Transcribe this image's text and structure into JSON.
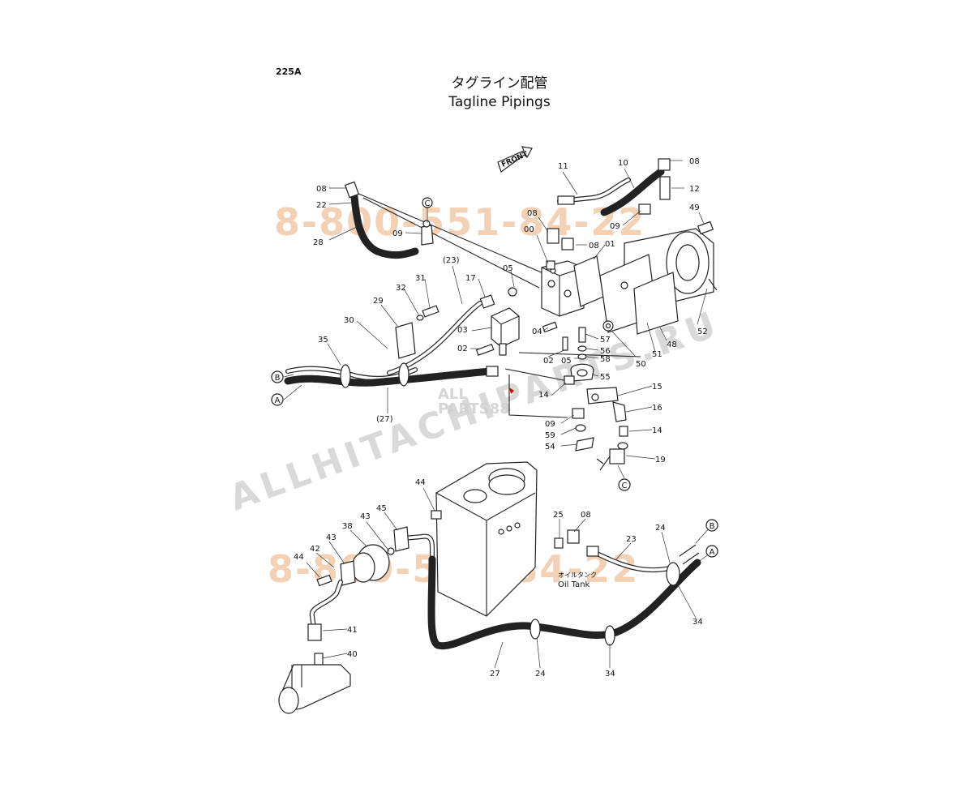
{
  "page_number": "225A",
  "title_jp": "タグライン配管",
  "title_en": "Tagline Pipings",
  "front_label": "FRONT",
  "tank_label_jp": "オイルタンク",
  "tank_label_en": "Oil Tank",
  "watermarks": {
    "phone": "8-800-551-84-22",
    "site": "ALLHITACHIPARTS.RU",
    "logo_top": "ALL",
    "logo_bottom": "PARTS88"
  },
  "callouts": [
    {
      "id": "c-08-top-left",
      "label": "08"
    },
    {
      "id": "c-22",
      "label": "22"
    },
    {
      "id": "c-28",
      "label": "28"
    },
    {
      "id": "c-09-left",
      "label": "09"
    },
    {
      "id": "c-C-top",
      "label": "C"
    },
    {
      "id": "c-11",
      "label": "11"
    },
    {
      "id": "c-10",
      "label": "10"
    },
    {
      "id": "c-08-top-right",
      "label": "08"
    },
    {
      "id": "c-12",
      "label": "12"
    },
    {
      "id": "c-08-mid",
      "label": "08"
    },
    {
      "id": "c-09-mid",
      "label": "09"
    },
    {
      "id": "c-49",
      "label": "49"
    },
    {
      "id": "c-00",
      "label": "00"
    },
    {
      "id": "c-08-valve",
      "label": "08"
    },
    {
      "id": "c-01",
      "label": "01"
    },
    {
      "id": "c-23-paren",
      "label": "(23)"
    },
    {
      "id": "c-05-top",
      "label": "05"
    },
    {
      "id": "c-31",
      "label": "31"
    },
    {
      "id": "c-17",
      "label": "17"
    },
    {
      "id": "c-32",
      "label": "32"
    },
    {
      "id": "c-29",
      "label": "29"
    },
    {
      "id": "c-30",
      "label": "30"
    },
    {
      "id": "c-03",
      "label": "03"
    },
    {
      "id": "c-04",
      "label": "04"
    },
    {
      "id": "c-57",
      "label": "57"
    },
    {
      "id": "c-50",
      "label": "50"
    },
    {
      "id": "c-51",
      "label": "51"
    },
    {
      "id": "c-48",
      "label": "48"
    },
    {
      "id": "c-52",
      "label": "52"
    },
    {
      "id": "c-02-left",
      "label": "02"
    },
    {
      "id": "c-02-right",
      "label": "02"
    },
    {
      "id": "c-05-bottom",
      "label": "05"
    },
    {
      "id": "c-56",
      "label": "56"
    },
    {
      "id": "c-58",
      "label": "58"
    },
    {
      "id": "c-35",
      "label": "35"
    },
    {
      "id": "c-B-left",
      "label": "B"
    },
    {
      "id": "c-A-left",
      "label": "A"
    },
    {
      "id": "c-27-paren",
      "label": "(27)"
    },
    {
      "id": "c-55",
      "label": "55"
    },
    {
      "id": "c-14-top",
      "label": "14"
    },
    {
      "id": "c-15",
      "label": "15"
    },
    {
      "id": "c-16",
      "label": "16"
    },
    {
      "id": "c-09-bottom",
      "label": "09"
    },
    {
      "id": "c-59",
      "label": "59"
    },
    {
      "id": "c-54",
      "label": "54"
    },
    {
      "id": "c-14-bottom",
      "label": "14"
    },
    {
      "id": "c-19",
      "label": "19"
    },
    {
      "id": "c-C-bottom",
      "label": "C"
    },
    {
      "id": "c-44-top",
      "label": "44"
    },
    {
      "id": "c-45",
      "label": "45"
    },
    {
      "id": "c-43-top",
      "label": "43"
    },
    {
      "id": "c-38",
      "label": "38"
    },
    {
      "id": "c-43-left",
      "label": "43"
    },
    {
      "id": "c-42",
      "label": "42"
    },
    {
      "id": "c-44-left",
      "label": "44"
    },
    {
      "id": "c-41",
      "label": "41"
    },
    {
      "id": "c-40",
      "label": "40"
    },
    {
      "id": "c-25",
      "label": "25"
    },
    {
      "id": "c-08-tank",
      "label": "08"
    },
    {
      "id": "c-23",
      "label": "23"
    },
    {
      "id": "c-24-top",
      "label": "24"
    },
    {
      "id": "c-B-right",
      "label": "B"
    },
    {
      "id": "c-A-right",
      "label": "A"
    },
    {
      "id": "c-34-right",
      "label": "34"
    },
    {
      "id": "c-27",
      "label": "27"
    },
    {
      "id": "c-24-bottom",
      "label": "24"
    },
    {
      "id": "c-34-bottom",
      "label": "34"
    }
  ]
}
